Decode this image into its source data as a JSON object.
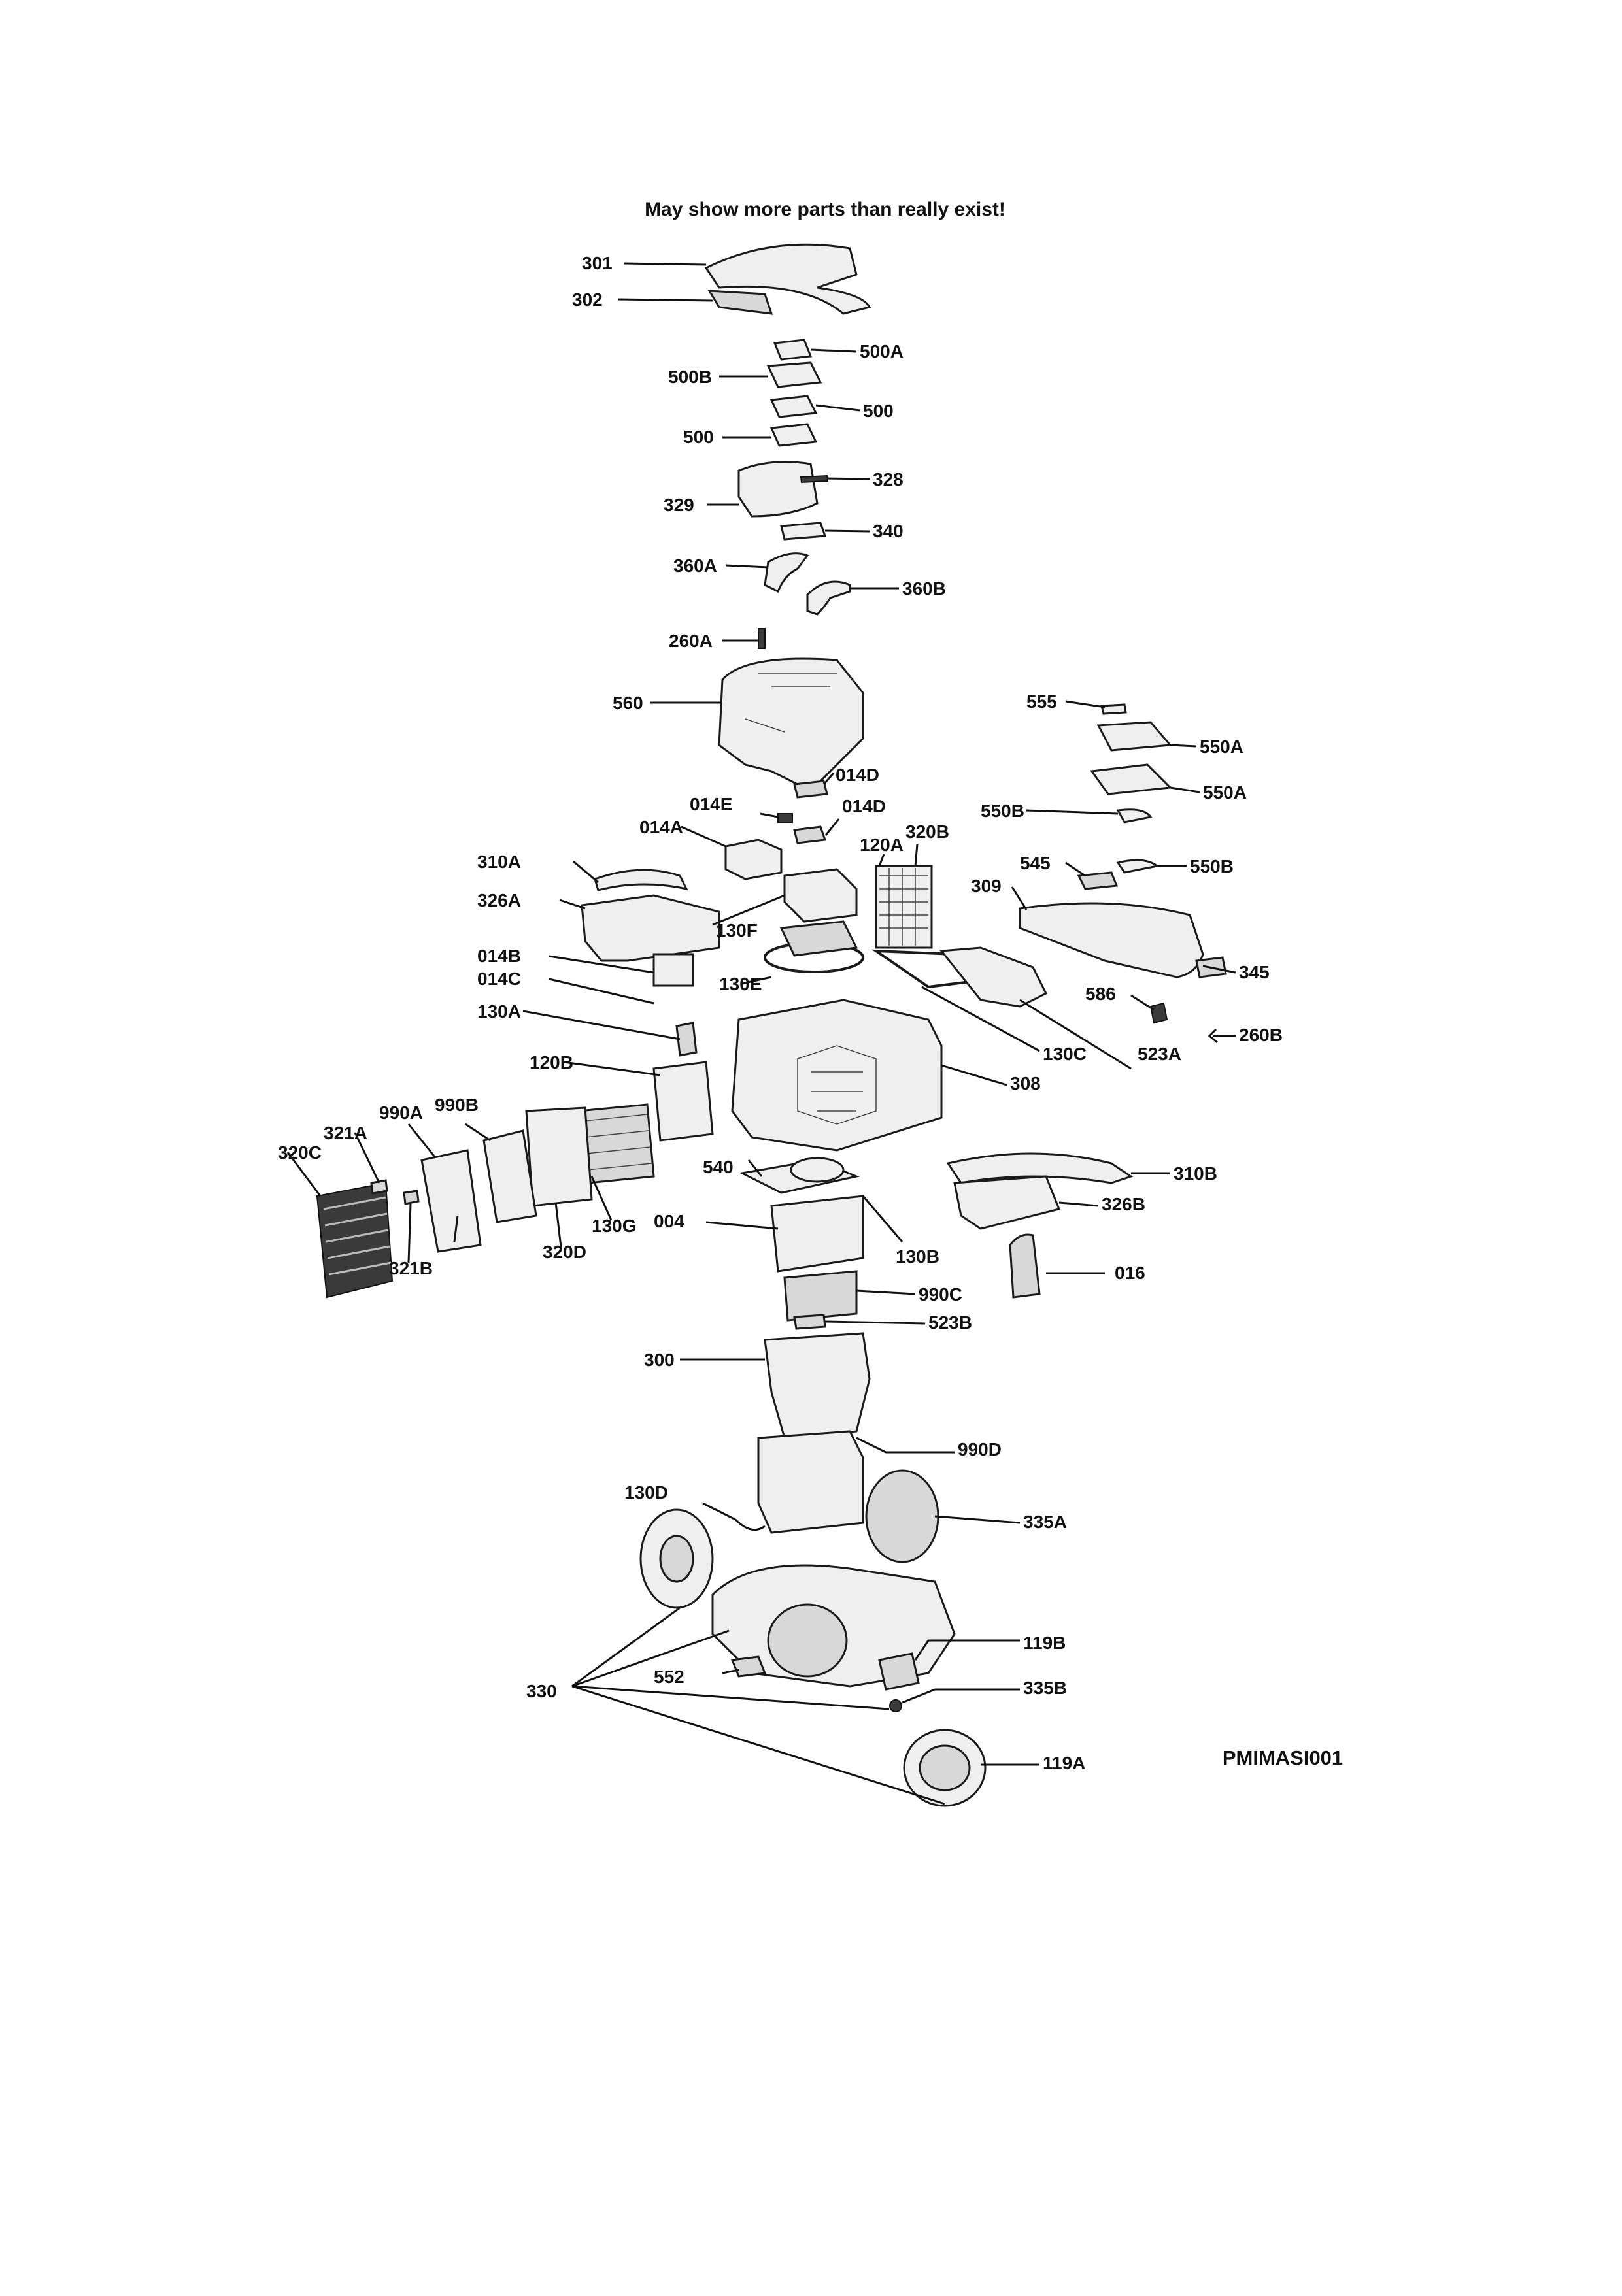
{
  "header": {
    "note": "May show more parts than really exist!"
  },
  "footer": {
    "code": "PMIMASI001"
  },
  "labels": {
    "l301": "301",
    "l302": "302",
    "l500A": "500A",
    "l500B": "500B",
    "l500a": "500",
    "l500b": "500",
    "l328": "328",
    "l329": "329",
    "l340": "340",
    "l360A": "360A",
    "l360B": "360B",
    "l260A": "260A",
    "l560": "560",
    "l555": "555",
    "l550A1": "550A",
    "l550A2": "550A",
    "l550B1": "550B",
    "l550B2": "550B",
    "l014D1": "014D",
    "l014D2": "014D",
    "l014E": "014E",
    "l014A": "014A",
    "l120A": "120A",
    "l320B": "320B",
    "l310A": "310A",
    "l326A": "326A",
    "l545": "545",
    "l309": "309",
    "l345": "345",
    "l130F": "130F",
    "l014B": "014B",
    "l014C": "014C",
    "l130E": "130E",
    "l586": "586",
    "l260B": "260B",
    "l130A": "130A",
    "l130C": "130C",
    "l523A": "523A",
    "l120B": "120B",
    "l308": "308",
    "l990A": "990A",
    "l990B": "990B",
    "l321A": "321A",
    "l320C": "320C",
    "l540": "540",
    "l310B": "310B",
    "l326B": "326B",
    "l130G": "130G",
    "l004": "004",
    "l321B": "321B",
    "l320D": "320D",
    "l130B": "130B",
    "l016": "016",
    "l990C": "990C",
    "l523B": "523B",
    "l300": "300",
    "l990D": "990D",
    "l130D": "130D",
    "l335A": "335A",
    "l119B": "119B",
    "l330": "330",
    "l552": "552",
    "l335B": "335B",
    "l119A": "119A"
  }
}
